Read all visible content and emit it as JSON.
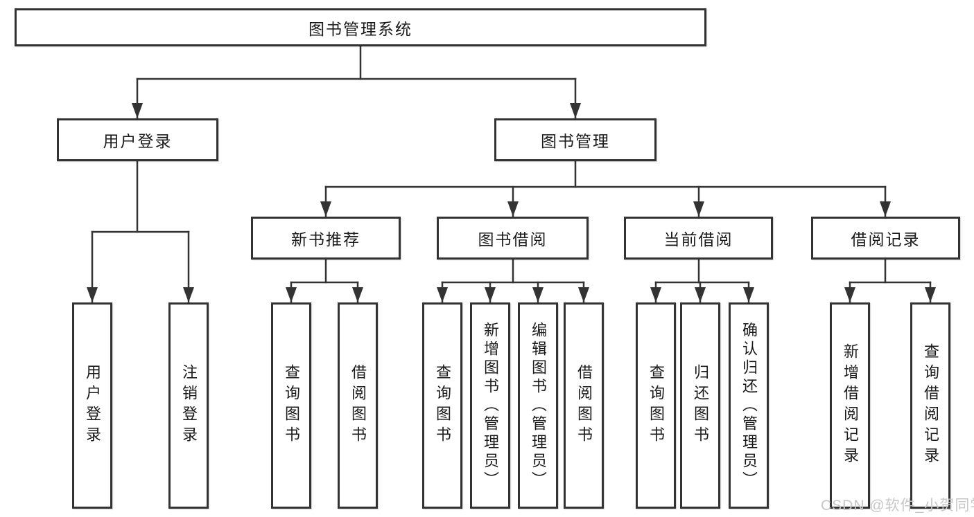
{
  "diagram": {
    "label": "图书管理系统",
    "children": [
      {
        "label": "用户登录",
        "children": [
          {
            "label": "用户登录"
          },
          {
            "label": "注销登录"
          }
        ]
      },
      {
        "label": "图书管理",
        "children": [
          {
            "label": "新书推荐",
            "children": [
              {
                "label": "查询图书"
              },
              {
                "label": "借阅图书"
              }
            ]
          },
          {
            "label": "图书借阅",
            "children": [
              {
                "label": "查询图书"
              },
              {
                "label": "新增图书（管理员）"
              },
              {
                "label": "编辑图书（管理员）"
              },
              {
                "label": "借阅图书"
              }
            ]
          },
          {
            "label": "当前借阅",
            "children": [
              {
                "label": "查询图书"
              },
              {
                "label": "归还图书"
              },
              {
                "label": "确认归还（管理员）"
              }
            ]
          },
          {
            "label": "借阅记录",
            "children": [
              {
                "label": "新增借阅记录"
              },
              {
                "label": "查询借阅记录"
              }
            ]
          }
        ]
      }
    ]
  },
  "watermark": {
    "text": "CSDN @软件_小贺同学"
  },
  "colors": {
    "line": "#333333",
    "box_border": "#333333",
    "box_background": "#ffffff",
    "text": "#1a1a1a",
    "watermark": "#c7c7c7",
    "page_background": "#ffffff"
  }
}
